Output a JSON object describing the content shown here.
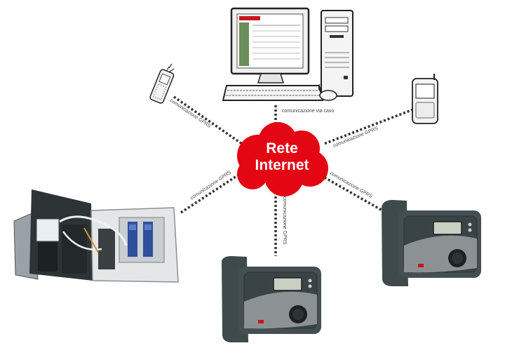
{
  "cloud": {
    "line1": "Rete",
    "line2": "Internet"
  },
  "links": {
    "computer": "comunicazione via cavo",
    "phone_left": "comunicazione GPRS",
    "phone_right": "comunicazione GPRS",
    "cabinet": "comunicazione GPRS",
    "controller_center": "comunicazione GPRS",
    "controller_right": "comunicazione GPRS"
  },
  "colors": {
    "cloud_fill": "#e30613",
    "link_dots": "#333333",
    "controller_body": "#3f4a4c",
    "controller_face": "#8c9294",
    "lcd": "#c8d0c4"
  },
  "icons": [
    "desktop-computer-icon",
    "mobile-phone-icon",
    "smartphone-icon",
    "outdoor-cabinet-icon",
    "irrigation-controller-icon"
  ]
}
